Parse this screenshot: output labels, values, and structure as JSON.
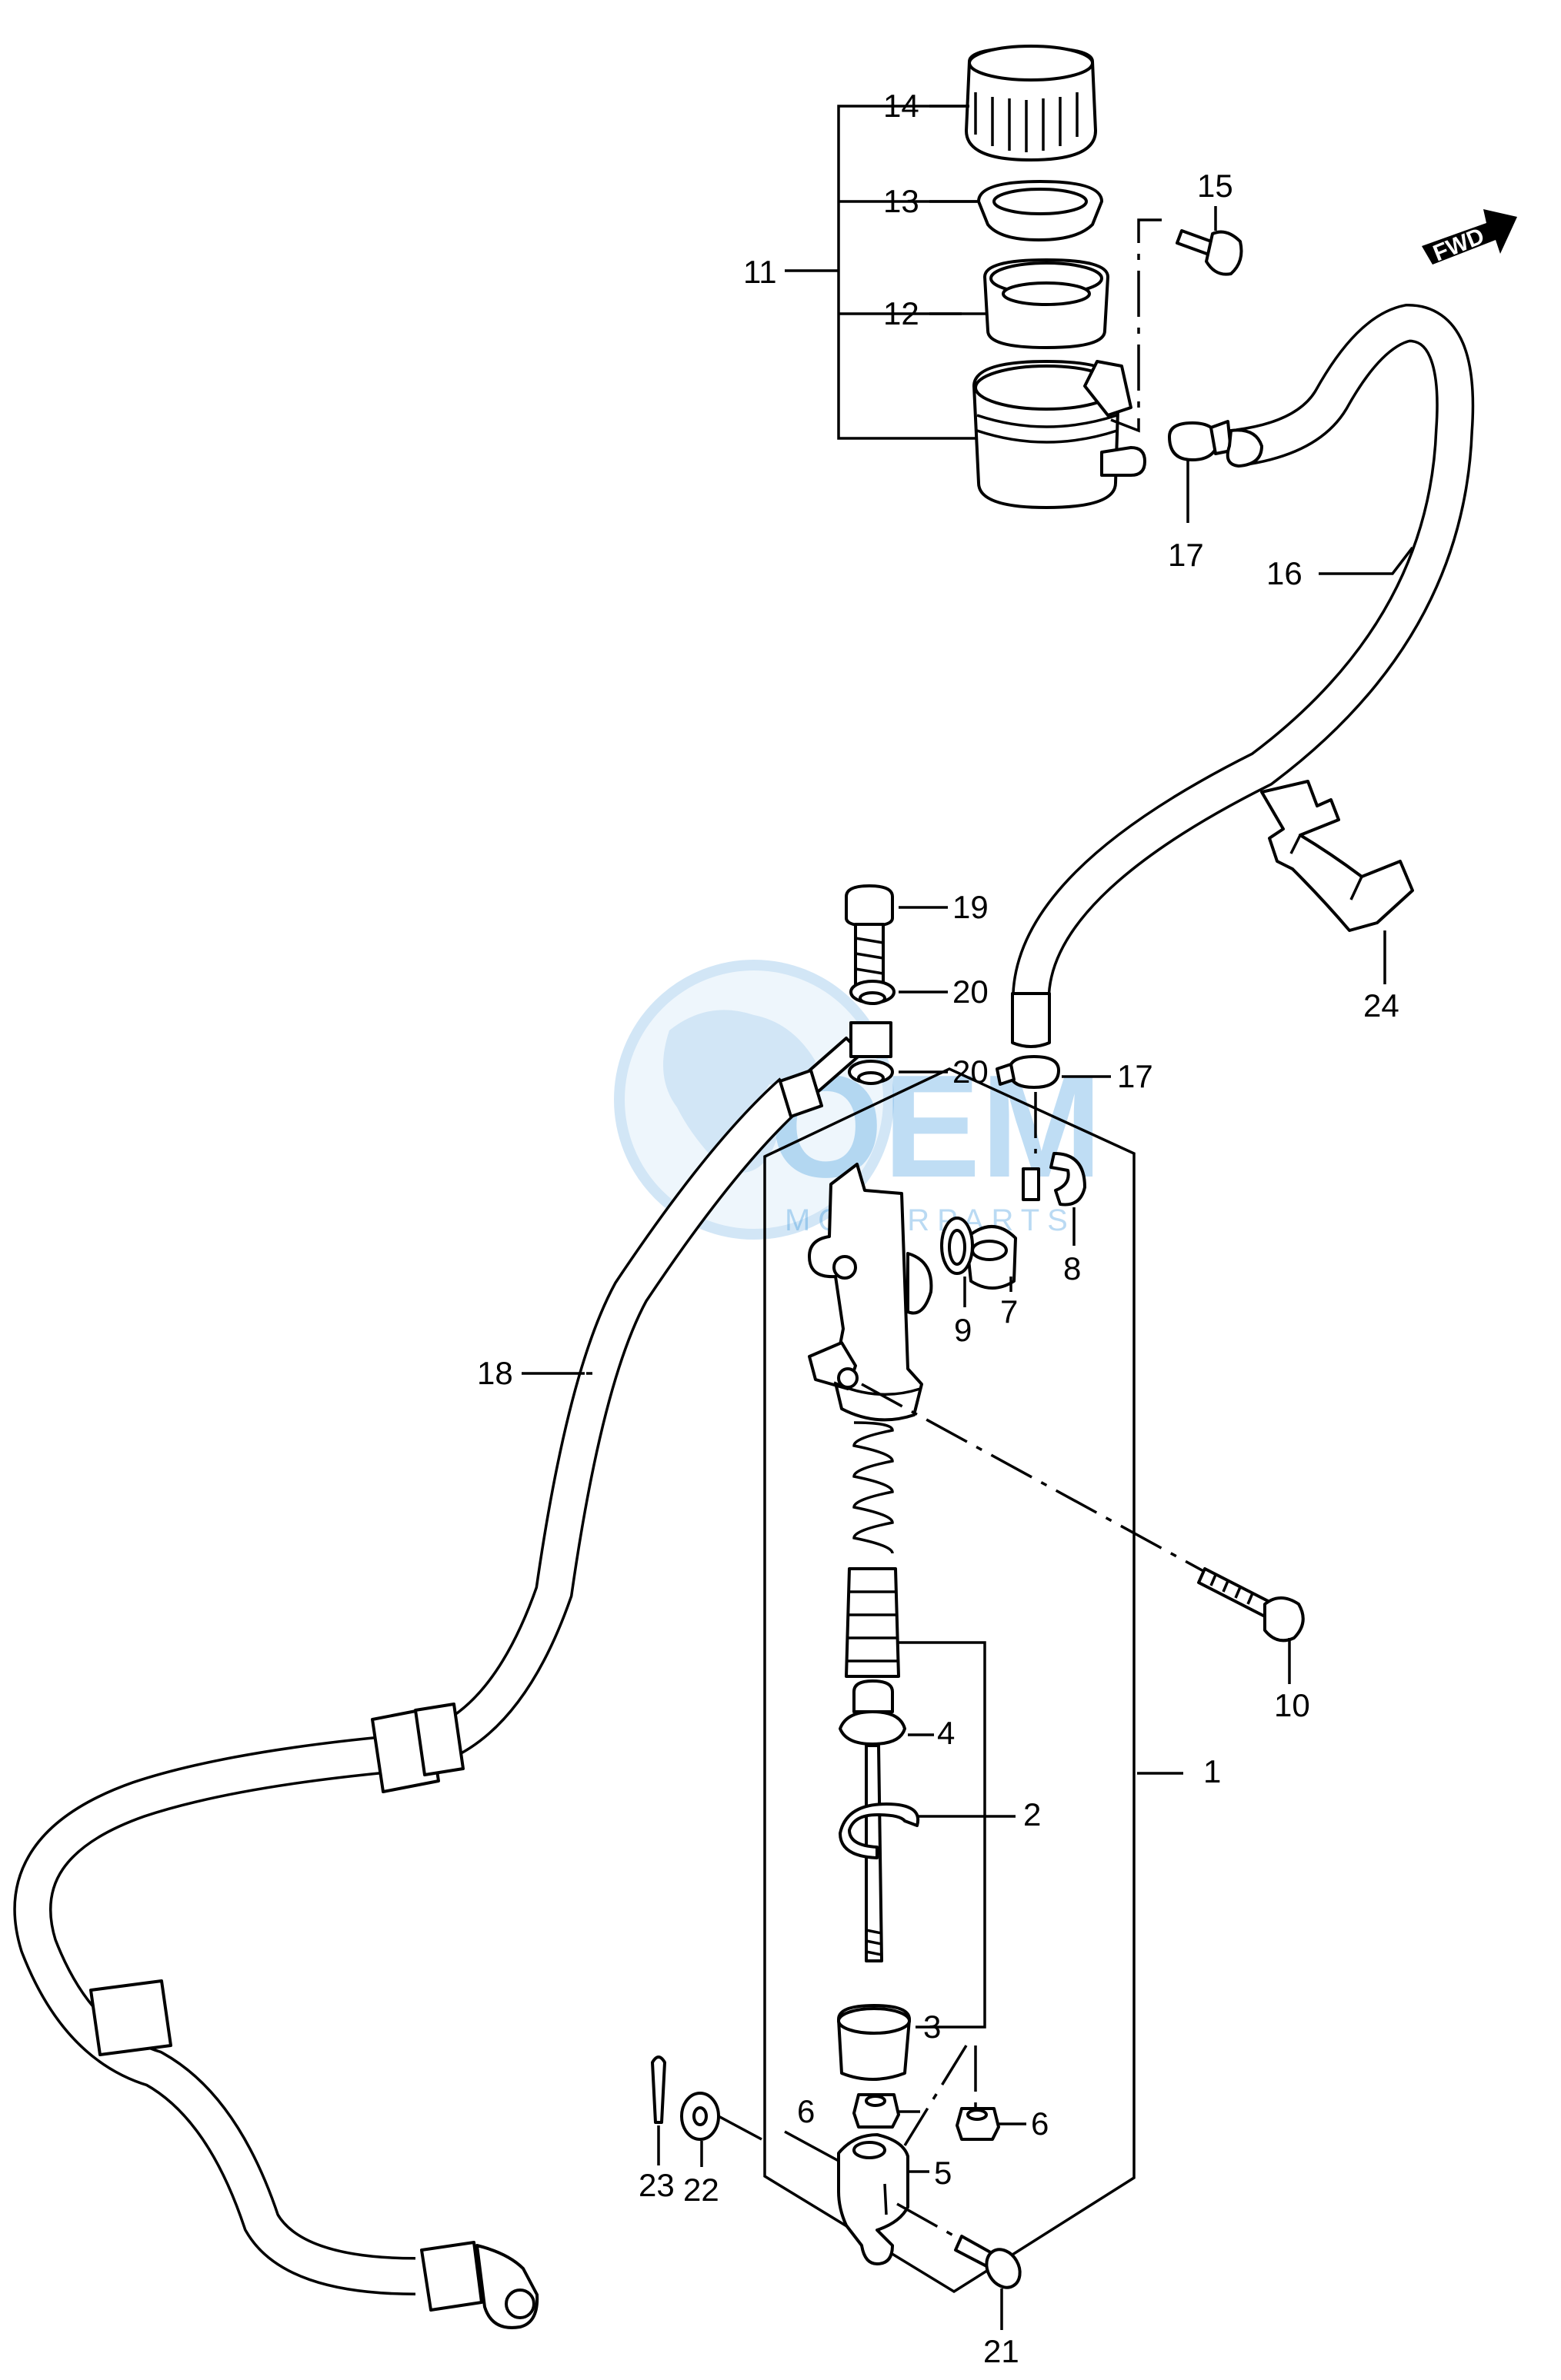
{
  "diagram": {
    "direction_badge": "FWD",
    "watermark": {
      "brand": "OEM",
      "subtitle": "MOTORPARTS"
    },
    "labels": {
      "l1": "1",
      "l2": "2",
      "l3": "3",
      "l4": "4",
      "l5": "5",
      "l6a": "6",
      "l6b": "6",
      "l7": "7",
      "l8": "8",
      "l9": "9",
      "l10": "10",
      "l11": "11",
      "l12": "12",
      "l13": "13",
      "l14": "14",
      "l15": "15",
      "l16": "16",
      "l17a": "17",
      "l17b": "17",
      "l18": "18",
      "l19": "19",
      "l20a": "20",
      "l20b": "20",
      "l21": "21",
      "l22": "22",
      "l23": "23",
      "l24": "24"
    }
  }
}
